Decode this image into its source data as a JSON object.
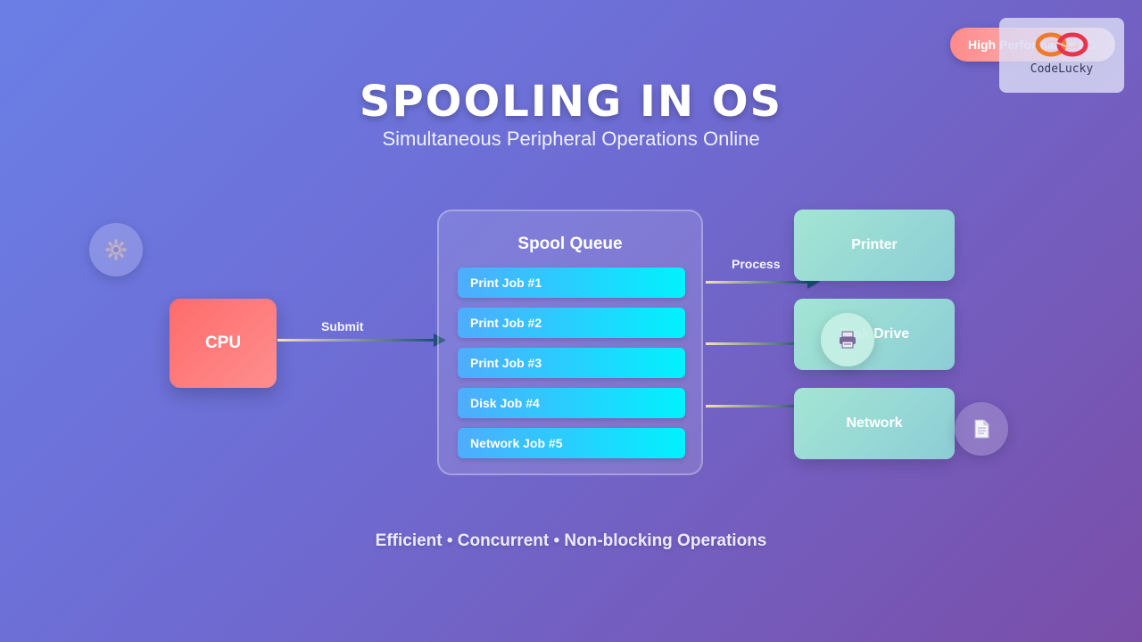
{
  "header": {
    "title": "SPOOLING IN OS",
    "subtitle": "Simultaneous Peripheral Operations Online"
  },
  "badge": {
    "label": "High Performance I/O"
  },
  "logo": {
    "text": "CodeLucky"
  },
  "source": {
    "label": "CPU"
  },
  "edges": {
    "submit": "Submit",
    "process": "Process"
  },
  "queue": {
    "title": "Spool Queue",
    "jobs": [
      "Print Job #1",
      "Print Job #2",
      "Print Job #3",
      "Disk Job #4",
      "Network Job #5"
    ]
  },
  "devices": [
    "Printer",
    "Disk Drive",
    "Network"
  ],
  "footer": {
    "tagline": "Efficient • Concurrent • Non-blocking Operations"
  },
  "icons": {
    "gear": "gear-icon",
    "printer": "printer-icon",
    "document": "document-icon"
  },
  "colors": {
    "cpu": "#ff6b6b",
    "job_start": "#4facfe",
    "job_end": "#00f2fe",
    "device": "#a3e6d3",
    "arrow": "#1e4e79"
  }
}
